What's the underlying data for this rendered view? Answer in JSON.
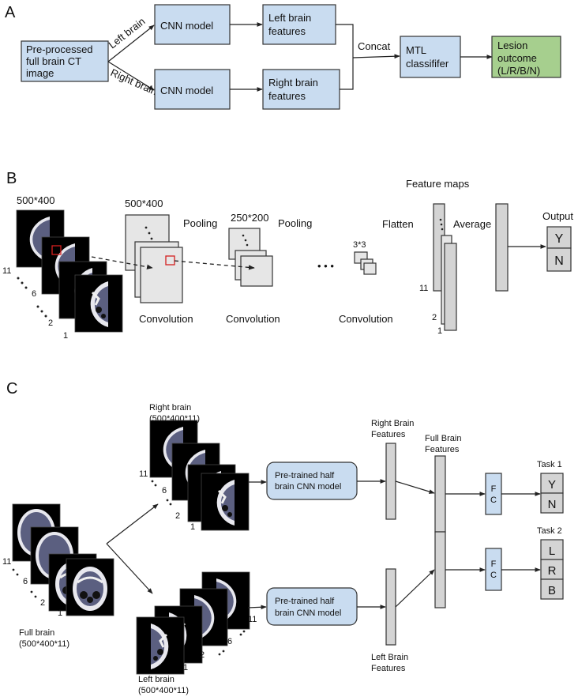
{
  "panels": {
    "a": {
      "label": "A",
      "input_box": [
        "Pre-processed",
        "full brain CT",
        "image"
      ],
      "branch_left": "Left brain",
      "branch_right": "Right brain",
      "cnn_top": "CNN model",
      "cnn_bottom": "CNN model",
      "left_features": [
        "Left brain",
        "features"
      ],
      "right_features": [
        "Right brain",
        "features"
      ],
      "concat": "Concat",
      "classifier": [
        "MTL",
        "classififer"
      ],
      "outcome": [
        "Lesion",
        "outcome",
        "(L/R/B/N)"
      ]
    },
    "b": {
      "label": "B",
      "input_size": "500*400",
      "slice_labels": {
        "s11": "11",
        "s6": "6",
        "s2": "2",
        "s1": "1"
      },
      "conv1_size": "500*400",
      "pool1": "Pooling",
      "conv2_size": "250*200",
      "pool2": "Pooling",
      "conv_final_size": "3*3",
      "ellipsis": "• • •",
      "conv1_label": "Convolution",
      "conv2_label": "Convolution",
      "conv3_label": "Convolution",
      "flatten": "Flatten",
      "feature_maps": "Feature maps",
      "fm_labels": {
        "f11": "11",
        "f2": "2",
        "f1": "1"
      },
      "average": "Average",
      "output": "Output",
      "output_classes": [
        "Y",
        "N"
      ]
    },
    "c": {
      "label": "C",
      "full_brain": [
        "Full brain",
        "(500*400*11)"
      ],
      "right_brain": [
        "Right brain",
        "(500*400*11)"
      ],
      "left_brain": [
        "Left brain",
        "(500*400*11)"
      ],
      "slice_labels": {
        "s11": "11",
        "s6": "6",
        "s2": "2",
        "s1": "1"
      },
      "cnn_top": [
        "Pre-trained half",
        "brain CNN model"
      ],
      "cnn_bottom": [
        "Pre-trained half",
        "brain CNN model"
      ],
      "right_features": [
        "Right Brain",
        "Features"
      ],
      "left_features": [
        "Left Brain",
        "Features"
      ],
      "full_features": [
        "Full Brain",
        "Features"
      ],
      "fc_top": [
        "F",
        "C"
      ],
      "fc_bottom": [
        "F",
        "C"
      ],
      "task1": "Task 1",
      "task1_classes": [
        "Y",
        "N"
      ],
      "task2": "Task 2",
      "task2_classes": [
        "L",
        "R",
        "B"
      ]
    }
  },
  "colors": {
    "blue_box": "#c9dcf0",
    "green_box": "#a6cf8e",
    "gray_box": "#d4d4d4",
    "kernel_highlight": "#d42020"
  }
}
